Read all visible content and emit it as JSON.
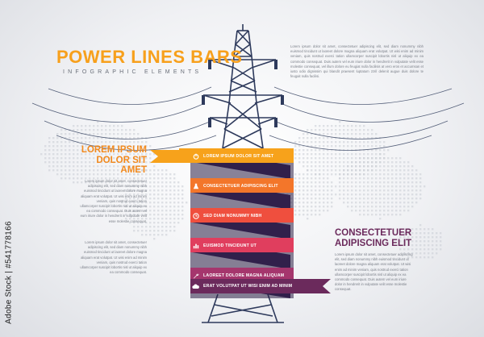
{
  "header": {
    "title": "POWER LINES BARS",
    "subtitle": "INFOGRAPHIC ELEMENTS"
  },
  "intro_text": "Lorem ipsum dolor sit amet, consectetuer adipiscing elit, sed diam nonummy nibh euismod tincidunt ut laoreet dolore magna aliquam erat volutpat. Ut wisi enim ad minim veniam, quis nostrud exerci tation ullamcorper suscipit lobortis nisl ut aliquip ex ea commodo consequat. Duis autem vel eum iriure dolor in hendrerit in vulputate velit esse molestie consequat, vel illum dolore eu feugiat nulla facilisis at vero eros et accumsan et iusto odio dignissim qui blandit praesent luptatum zzril delenit augue duis dolore te feugait nulla facilisi.",
  "left_section": {
    "heading": "LOREM IPSUM DOLOR SIT AMET",
    "paragraphs": [
      "Lorem ipsum dolor sit amet, consectetuer adipiscing elit, sed diam nonummy nibh euismod tincidunt ut laoreet dolore magna aliquam erat volutpat. Ut wisi enim ad minim veniam, quis nostrud exerci tation ullamcorper suscipit lobortis nisl ut aliquip ex ea commodo consequat. Duis autem vel eum iriure dolor in hendrerit in vulputate velit esse molestie consequat.",
      "Lorem ipsum dolor sit amet, consectetuer adipiscing elit, sed diam nonummy nibh euismod tincidunt ut laoreet dolore magna aliquam erat volutpat. Ut wisi enim ad minim veniam, quis nostrud exerci tation ullamcorper suscipit lobortis nisl ut aliquip ex ea commodo consequat."
    ]
  },
  "right_section": {
    "heading": "CONSECTETUER ADIPISCING ELIT",
    "paragraph": "Lorem ipsum dolor sit amet, consectetuer adipiscing elit, sed diam nonummy nibh euismod tincidunt ut laoreet dolore magna aliquam erat volutpat. Ut wisi enim ad minim veniam, quis nostrud exerci tation ullamcorper suscipit lobortis nisl ut aliquip ex ea commodo consequat. Duis autem vel eum iriure dolor in hendrerit in vulputate velit esse molestie consequat."
  },
  "bars": [
    {
      "label": "LOREM IPSUM DOLOR SIT AMET",
      "icon": "power-icon",
      "color": "#f7a21b"
    },
    {
      "label": "CONSECTETUER ADIPISCING ELIT",
      "icon": "flask-icon",
      "color": "#f3762a"
    },
    {
      "label": "SED DIAM NONUMMY NIBH",
      "icon": "clock-icon",
      "color": "#ef4f3e"
    },
    {
      "label": "EUISMOD TINCIDUNT UT",
      "icon": "bar-chart-icon",
      "color": "#e03e5e"
    },
    {
      "label": "LAOREET DOLORE MAGNA ALIQUAM",
      "icon": "wrench-icon",
      "color": "#a5366d"
    },
    {
      "label": "ERAT VOLUTPAT UT WISI ENIM AD MINIM",
      "icon": "cloud-icon",
      "color": "#6b2a5c"
    }
  ],
  "colors": {
    "tower": "#2e3a5c",
    "ribbon_back": "#3a2456",
    "title": "#f7a01c",
    "right_heading": "#6b2a5c"
  },
  "watermark": "Adobe Stock | #541778166"
}
